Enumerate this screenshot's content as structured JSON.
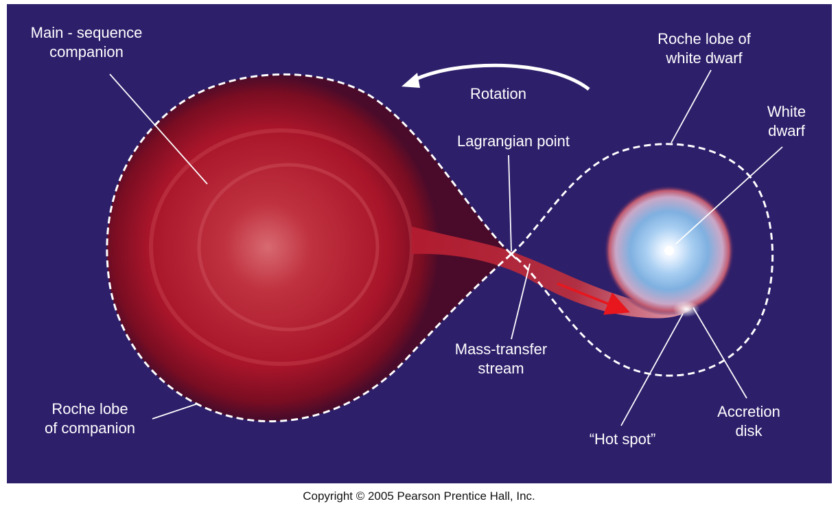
{
  "labels": {
    "main_sequence_companion": [
      "Main - sequence",
      "companion"
    ],
    "rotation": "Rotation",
    "roche_lobe_white_dwarf": [
      "Roche lobe of",
      "white dwarf"
    ],
    "white_dwarf": [
      "White",
      "dwarf"
    ],
    "lagrangian_point": "Lagrangian point",
    "mass_transfer_stream": [
      "Mass-transfer",
      "stream"
    ],
    "roche_lobe_companion": [
      "Roche lobe",
      "of companion"
    ],
    "hot_spot": "“Hot spot”",
    "accretion_disk": [
      "Accretion",
      "disk"
    ]
  },
  "copyright": "Copyright © 2005 Pearson Prentice Hall, Inc.",
  "colors": {
    "background": "#2e1f6b",
    "companion_star": "#b3122c",
    "white_dwarf_disk": "#9cc7ee",
    "stream_arrow": "#e8161d",
    "label_text": "#ffffff"
  },
  "icons": {
    "rotation_arrow": "curved-arrow-left-icon",
    "stream_direction": "arrow-right-icon"
  }
}
